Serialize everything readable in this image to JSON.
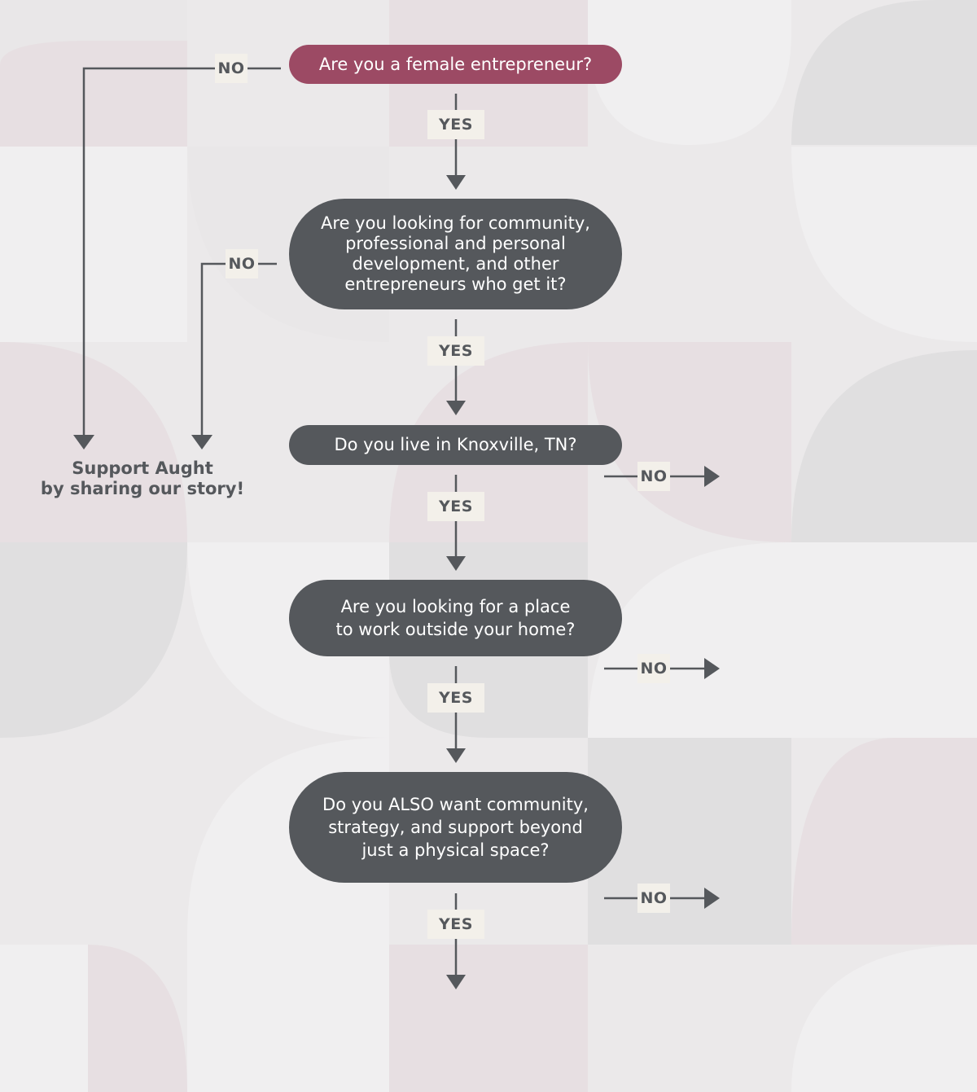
{
  "flowchart": {
    "questions": [
      {
        "text": "Are you a female entrepreneur?"
      },
      {
        "text": "Are you looking for community,\nprofessional and personal\ndevelopment, and other\nentrepreneurs who get it?"
      },
      {
        "text": "Do you live in Knoxville, TN?"
      },
      {
        "text": "Are you looking for a place\nto work outside your home?"
      },
      {
        "text": "Do you ALSO want community,\nstrategy, and support beyond\njust a physical space?"
      }
    ],
    "yes_label": "YES",
    "no_label": "NO",
    "outcome": "Support Aught\nby sharing our story!"
  },
  "colors": {
    "accent": "#9c4a64",
    "node": "#55585c",
    "tag_bg": "#f3f0ea",
    "line": "#55585c"
  }
}
